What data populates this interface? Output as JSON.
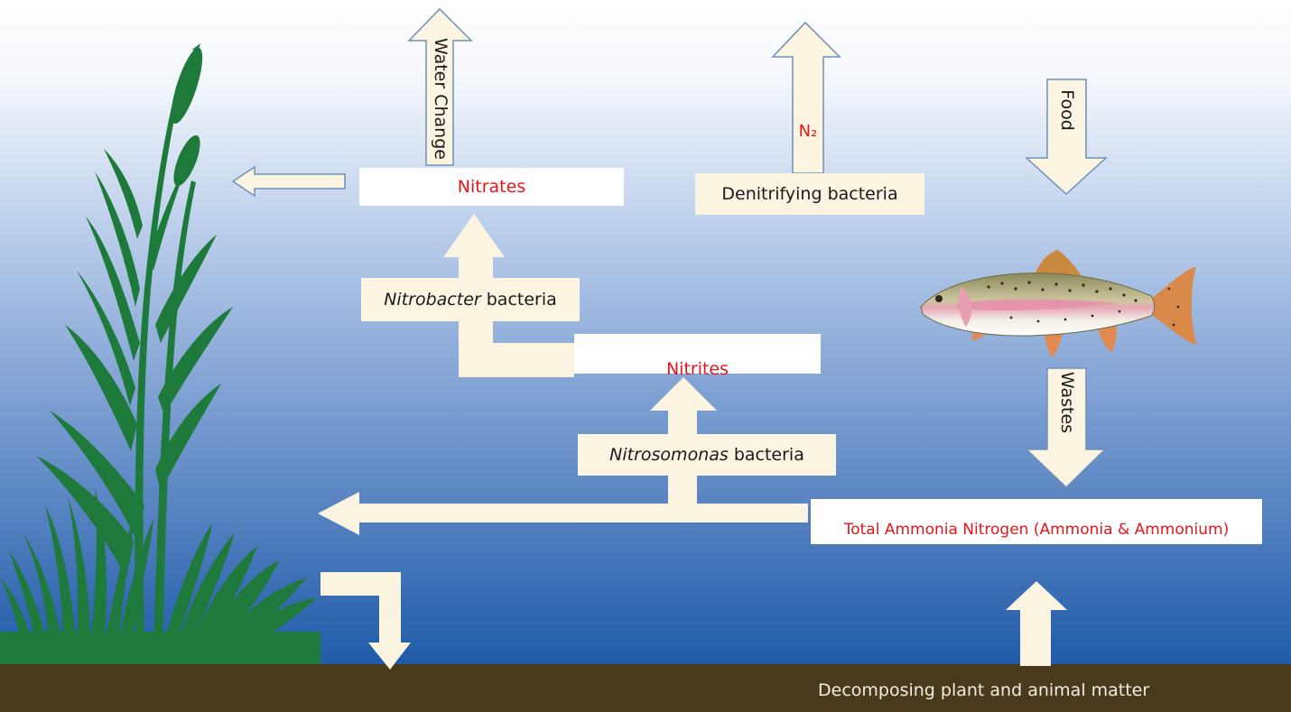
{
  "colors": {
    "water_top": "#ffffff",
    "water_mid": "#8fb0de",
    "water_bottom": "#1f5aa8",
    "soil": "#4a3a1d",
    "arrow_fill": "#fbf4e1",
    "arrow_stroke": "#6f8fb8",
    "plant": "#1e7a3b",
    "highlight_text": "#e8141a"
  },
  "labels": {
    "water_change": "Water Change",
    "n2": "N₂",
    "food": "Food",
    "nitrates": "Nitrates",
    "denitrifying": "Denitrifying bacteria",
    "nitrobacter_italic": "Nitrobacter",
    "nitrobacter_rest": " bacteria",
    "nitrites": "Nitrites",
    "nitrosomonas_italic": "Nitrosomonas",
    "nitrosomonas_rest": " bacteria",
    "wastes": "Wastes",
    "total_ammonia": "Total Ammonia Nitrogen (Ammonia & Ammonium)",
    "decomposing": "Decomposing plant and animal matter"
  },
  "icons": {
    "plant": "cattail-plant-icon",
    "fish": "rainbow-trout-icon"
  }
}
